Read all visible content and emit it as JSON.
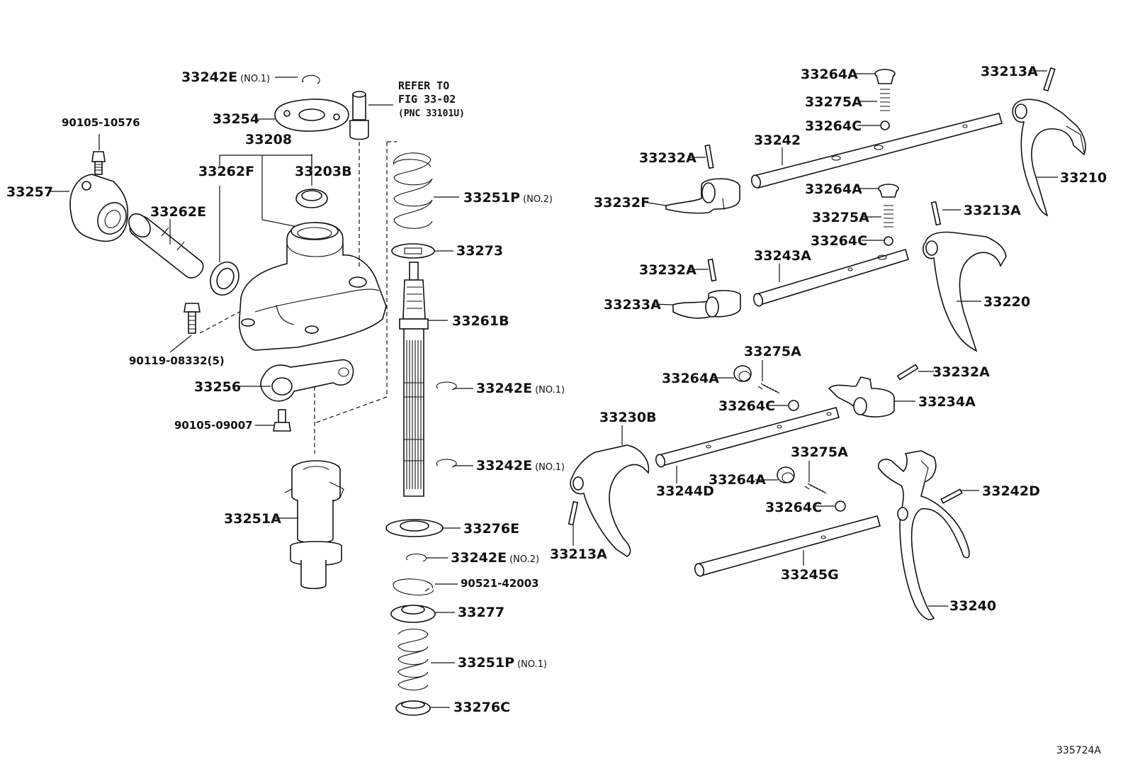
{
  "diagram": {
    "figure_number": "335724A",
    "reference_note": {
      "line1": "REFER TO",
      "line2": "FIG 33-02",
      "line3": "(PNC 33101U)"
    },
    "callouts": {
      "c33242E_top": {
        "part": "33242E",
        "note": "(NO.1)"
      },
      "c90105_10576": {
        "part": "90105-10576"
      },
      "c33254": {
        "part": "33254"
      },
      "c33208": {
        "part": "33208"
      },
      "c33257": {
        "part": "33257"
      },
      "c33262F": {
        "part": "33262F"
      },
      "c33203B": {
        "part": "33203B"
      },
      "c33262E": {
        "part": "33262E"
      },
      "c90119": {
        "part": "90119-08332(5)"
      },
      "c33256": {
        "part": "33256"
      },
      "c90105_09007": {
        "part": "90105-09007"
      },
      "c33251A": {
        "part": "33251A"
      },
      "c33251P_no2": {
        "part": "33251P",
        "note": "(NO.2)"
      },
      "c33273": {
        "part": "33273"
      },
      "c33261B": {
        "part": "33261B"
      },
      "c33242E_mid1": {
        "part": "33242E",
        "note": "(NO.1)"
      },
      "c33242E_mid2": {
        "part": "33242E",
        "note": "(NO.1)"
      },
      "c33276E": {
        "part": "33276E"
      },
      "c33242E_no2": {
        "part": "33242E",
        "note": "(NO.2)"
      },
      "c90521": {
        "part": "90521-42003"
      },
      "c33277": {
        "part": "33277"
      },
      "c33251P_no1": {
        "part": "33251P",
        "note": "(NO.1)"
      },
      "c33276C": {
        "part": "33276C"
      },
      "c33264A_1": {
        "part": "33264A"
      },
      "c33275A_1": {
        "part": "33275A"
      },
      "c33264C_1": {
        "part": "33264C"
      },
      "c33213A_1": {
        "part": "33213A"
      },
      "c33242": {
        "part": "33242"
      },
      "c33232A_1": {
        "part": "33232A"
      },
      "c33232F": {
        "part": "33232F"
      },
      "c33210": {
        "part": "33210"
      },
      "c33264A_2": {
        "part": "33264A"
      },
      "c33275A_2": {
        "part": "33275A"
      },
      "c33264C_2": {
        "part": "33264C"
      },
      "c33213A_2": {
        "part": "33213A"
      },
      "c33243A": {
        "part": "33243A"
      },
      "c33232A_2": {
        "part": "33232A"
      },
      "c33233A": {
        "part": "33233A"
      },
      "c33220": {
        "part": "33220"
      },
      "c33275A_3": {
        "part": "33275A"
      },
      "c33264A_3": {
        "part": "33264A"
      },
      "c33232A_3": {
        "part": "33232A"
      },
      "c33264C_3": {
        "part": "33264C"
      },
      "c33234A": {
        "part": "33234A"
      },
      "c33230B": {
        "part": "33230B"
      },
      "c33275A_4": {
        "part": "33275A"
      },
      "c33264A_4": {
        "part": "33264A"
      },
      "c33244D": {
        "part": "33244D"
      },
      "c33242D": {
        "part": "33242D"
      },
      "c33264C_4": {
        "part": "33264C"
      },
      "c33213A_3": {
        "part": "33213A"
      },
      "c33245G": {
        "part": "33245G"
      },
      "c33240": {
        "part": "33240"
      }
    }
  }
}
